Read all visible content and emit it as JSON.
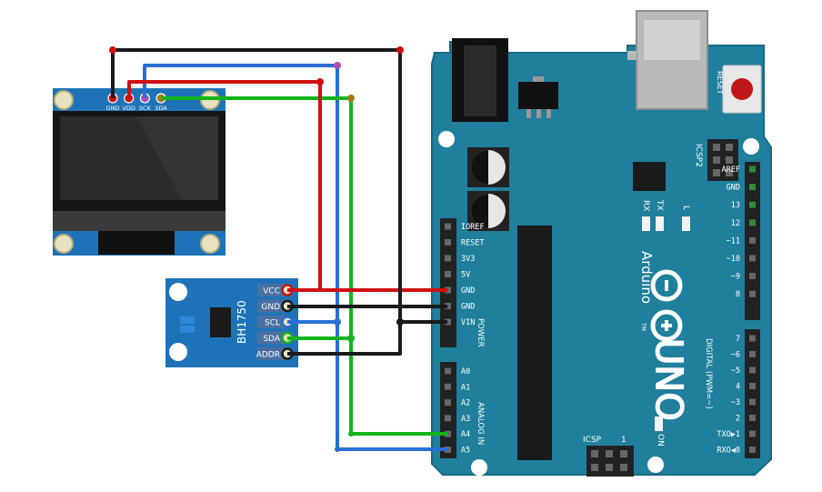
{
  "oled": {
    "pins": [
      "GND",
      "VDD",
      "SCK",
      "SDA"
    ]
  },
  "sensor": {
    "name": "BH1750",
    "pins": [
      "VCC",
      "GND",
      "SCL",
      "SDA",
      "ADDR"
    ]
  },
  "arduino": {
    "reset_label": "RESET",
    "icsp2_label": "ICSP2",
    "icsp_label": "ICSP",
    "icsp_pin1": "1",
    "brand": "Arduino",
    "tm": "TM",
    "model": "UNO",
    "on_label": "ON",
    "l_label": "L",
    "tx_label": "TX",
    "rx_label": "RX",
    "power_label": "POWER",
    "analog_label": "ANALOG IN",
    "digital_label": "DIGITAL (PWM=~)",
    "power_pins": [
      "IOREF",
      "RESET",
      "3V3",
      "5V",
      "GND",
      "GND",
      "VIN"
    ],
    "analog_pins": [
      "A0",
      "A1",
      "A2",
      "A3",
      "A4",
      "A5"
    ],
    "digital_top_pins": [
      "AREF",
      "GND",
      "13",
      "12",
      "~11",
      "~10",
      "~9",
      "8"
    ],
    "digital_bottom_pins": [
      "7",
      "~6",
      "~5",
      "4",
      "~3",
      "2",
      "TXO▶1",
      "RXO◀0"
    ]
  },
  "colors": {
    "board": "#1f7f9c",
    "board_dark": "#156680",
    "oled_board": "#1e73b8",
    "sensor_board": "#1e73b8",
    "wire_red": "#d01010",
    "wire_black": "#1a1a1a",
    "wire_green": "#12b41a",
    "wire_blue": "#2a6fd6"
  }
}
